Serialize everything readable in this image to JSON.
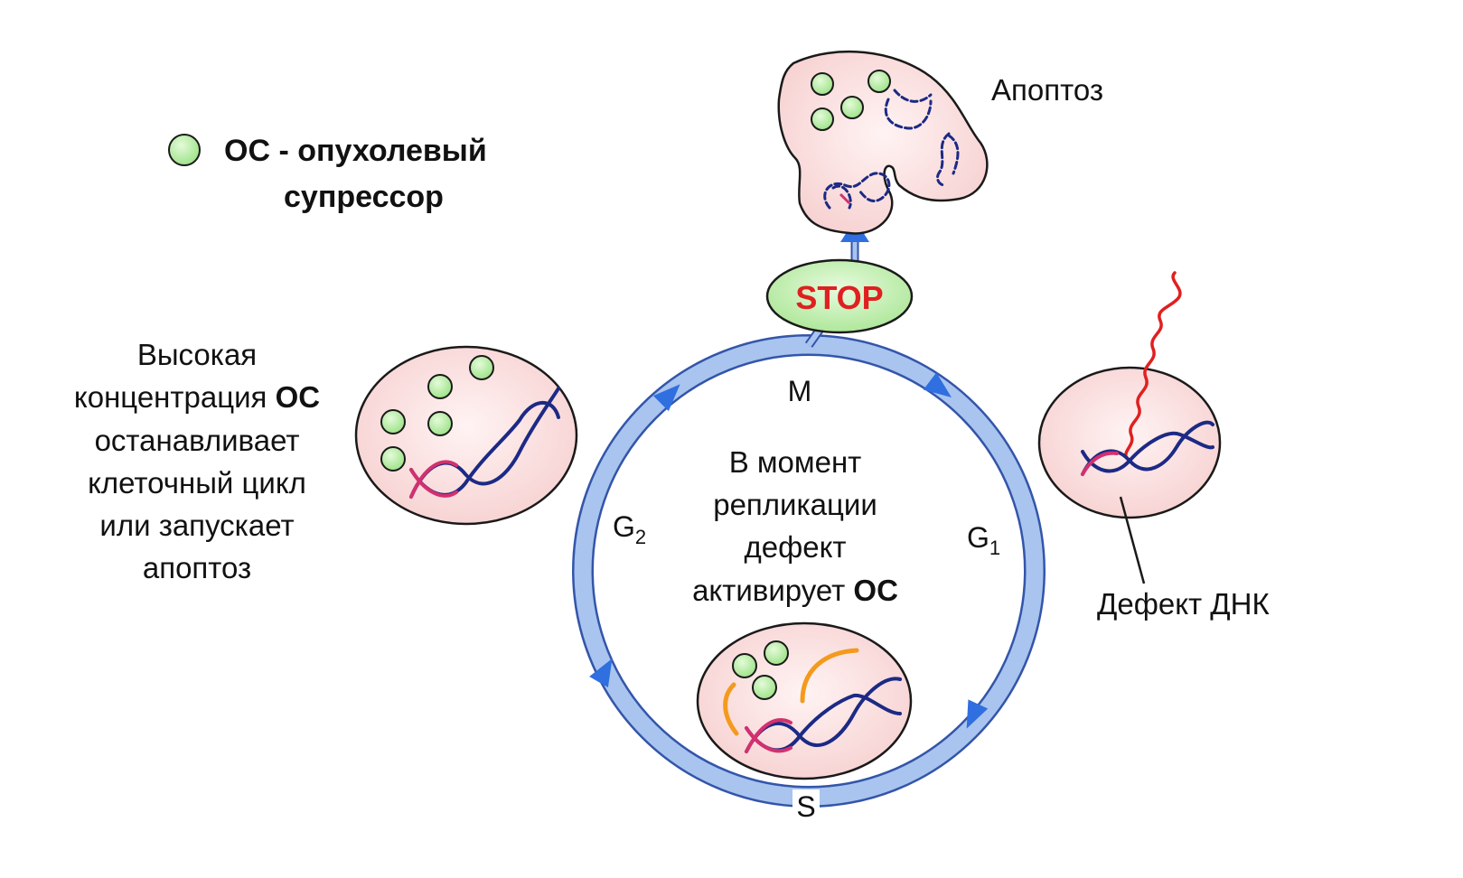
{
  "legend": {
    "line1": "ОС - опухолевый",
    "line2": "супрессор"
  },
  "apoptosis_label": "Апоптоз",
  "stop_label": "STOP",
  "left_text": {
    "line1": "Высокая",
    "line2_prefix": "концентрация ",
    "line2_bold": "ОС",
    "line3": "останавливает",
    "line4": "клеточный цикл",
    "line5": "или запускает",
    "line6": "апоптоз"
  },
  "center_text": {
    "line1": "В момент",
    "line2": "репликации",
    "line3": "дефект",
    "line4_prefix": "активирует ",
    "line4_bold": "ОС"
  },
  "phases": {
    "m": "M",
    "g1_base": "G",
    "g1_sub": "1",
    "g2_base": "G",
    "g2_sub": "2",
    "s": "S"
  },
  "dna_defect_label": "Дефект ДНК",
  "colors": {
    "cell_fill": "#fbe1e1",
    "cycle_ring": "#a9c4ee",
    "cycle_ring_edge": "#3355aa",
    "arrow_blue": "#2f6fe0",
    "suppressor_green": "#b6eca0",
    "dna_blue": "#1c2a85",
    "dna_pink": "#d3306f",
    "damage_red": "#e02020",
    "orange": "#f39a1e",
    "stop_text": "#e02020"
  }
}
